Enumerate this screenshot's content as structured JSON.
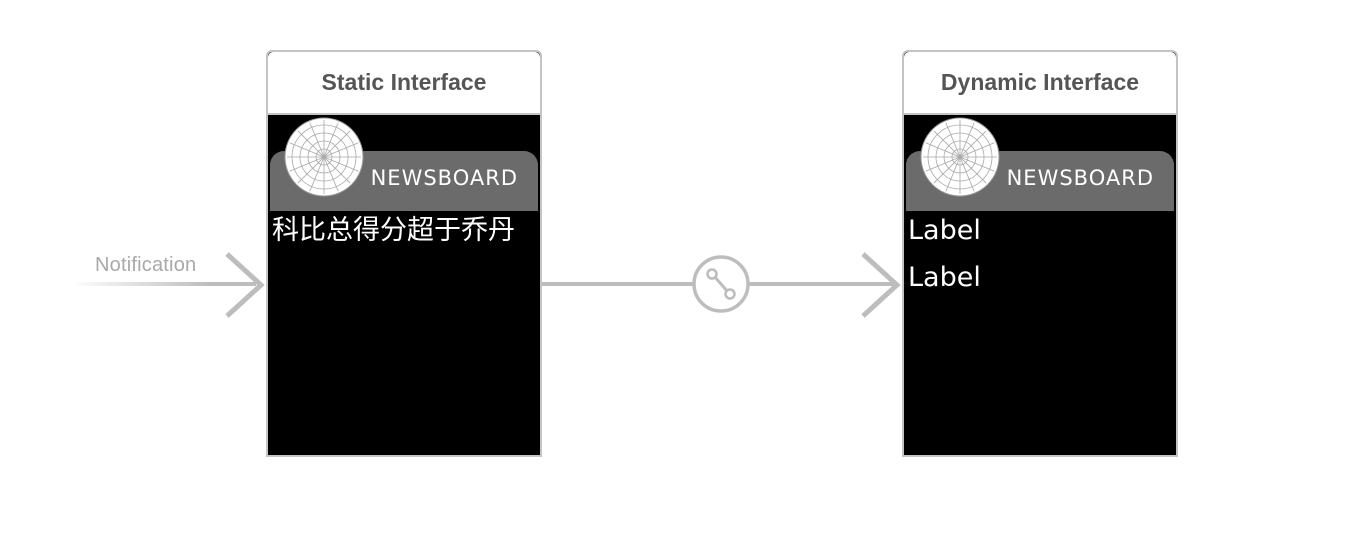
{
  "entry_point": {
    "label": "Notification"
  },
  "static_interface": {
    "title": "Static Interface",
    "sash_title": "NEWSBOARD",
    "body_text": "科比总得分超于乔丹"
  },
  "dynamic_interface": {
    "title": "Dynamic Interface",
    "sash_title": "NEWSBOARD",
    "labels": [
      "Label",
      "Label"
    ]
  },
  "colors": {
    "connector": "#bdbdbd",
    "scene_border": "#c4c4c4",
    "sash": "#6b6b6b",
    "title_text": "#555555"
  }
}
